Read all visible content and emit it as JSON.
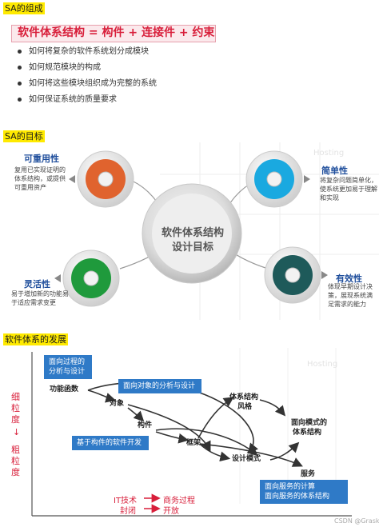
{
  "section1": {
    "tag": "SA的组成",
    "banner": "软件体系结构 = 构件 + 连接件 + 约束",
    "bullets": [
      "如何将复杂的软件系统划分成模块",
      "如何规范模块的构成",
      "如何将这些模块组织成为完整的系统",
      "如何保证系统的质量要求"
    ]
  },
  "section2": {
    "tag": "SA的目标",
    "center": [
      "软件体系结构",
      "设计目标"
    ],
    "watermark": "Hosting",
    "features": {
      "reusability": {
        "title": "可重用性",
        "desc": "复用已实现证明的体系结构，或提供可重用资产"
      },
      "simplicity": {
        "title": "简单性",
        "desc": "将复杂问题简单化，使系统更加易于理解和实现"
      },
      "flexibility": {
        "title": "灵活性",
        "desc": "易于增加新的功能易于适应需求变更"
      },
      "effectiveness": {
        "title": "有效性",
        "desc": "体现早期设计决策，展现系统满足需求的能力"
      }
    },
    "colors": {
      "orange": "#e0632e",
      "cyan": "#1aa9e0",
      "green": "#1f9a3c",
      "teal": "#1e5a5a"
    }
  },
  "section3": {
    "tag": "软件体系的发展",
    "side": {
      "fine": [
        "细",
        "粒",
        "度"
      ],
      "arrow": "↓",
      "coarse": [
        "粗",
        "粒",
        "度"
      ]
    },
    "boxes": {
      "procedural": [
        "面向过程的",
        "分析与设计"
      ],
      "object": "面向对象的分析与设计",
      "component": "基于构件的软件开发",
      "service": [
        "面向服务的计算",
        "面向服务的体系结构"
      ]
    },
    "nodes": {
      "func": "功能函数",
      "obj": "对象",
      "comp": "构件",
      "frame": "框架",
      "arch": [
        "体系结构",
        "风格"
      ],
      "pattern": "设计模式",
      "mpattern": [
        "面向模式的",
        "体系结构"
      ],
      "service": "服务"
    },
    "bottom": {
      "it": "IT技术",
      "closed": "封闭",
      "arrow": "→",
      "biz": "商务过程",
      "open": "开放"
    },
    "watermark": "Hosting",
    "credit": "CSDN @Graski"
  }
}
